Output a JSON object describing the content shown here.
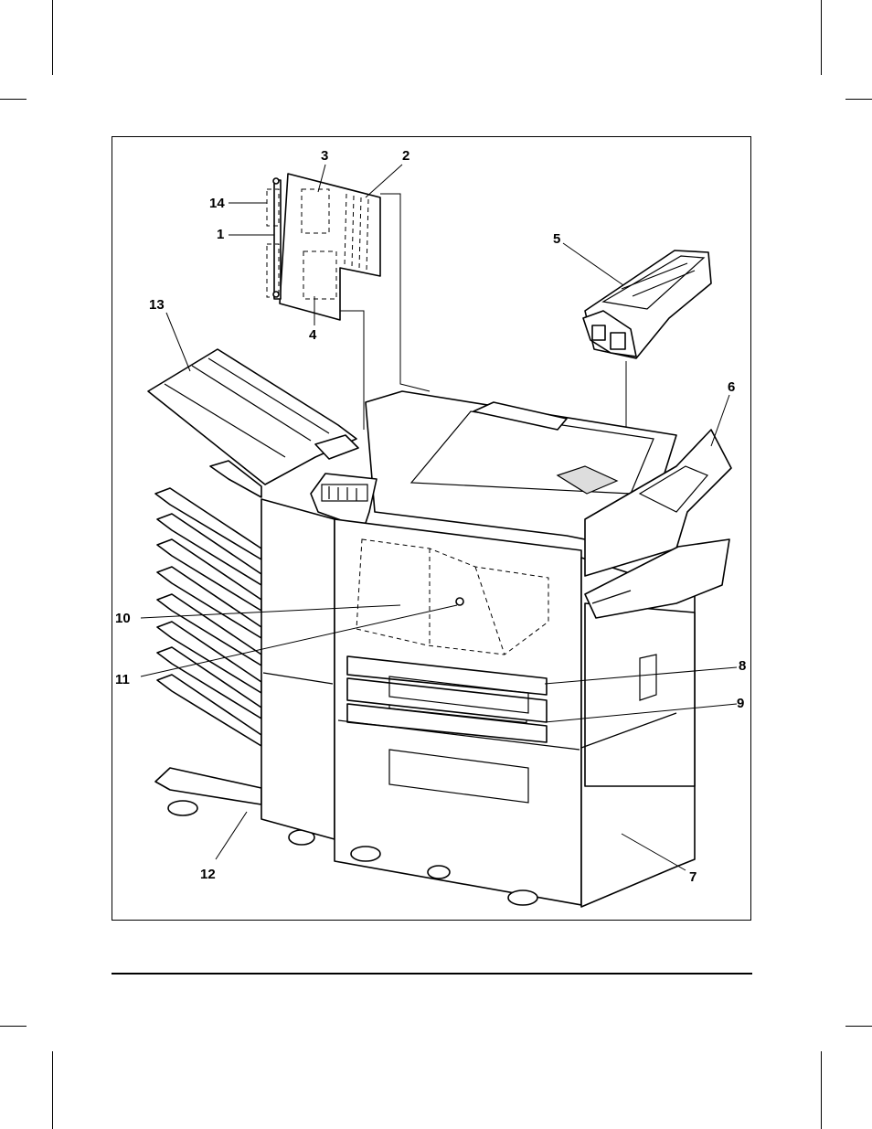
{
  "figure": {
    "callouts": [
      {
        "id": "3",
        "text": "3"
      },
      {
        "id": "2",
        "text": "2"
      },
      {
        "id": "14",
        "text": "14"
      },
      {
        "id": "1",
        "text": "1"
      },
      {
        "id": "5",
        "text": "5"
      },
      {
        "id": "13",
        "text": "13"
      },
      {
        "id": "4",
        "text": "4"
      },
      {
        "id": "6",
        "text": "6"
      },
      {
        "id": "10",
        "text": "10"
      },
      {
        "id": "11",
        "text": "11"
      },
      {
        "id": "8",
        "text": "8"
      },
      {
        "id": "9",
        "text": "9"
      },
      {
        "id": "12",
        "text": "12"
      },
      {
        "id": "7",
        "text": "7"
      }
    ]
  }
}
